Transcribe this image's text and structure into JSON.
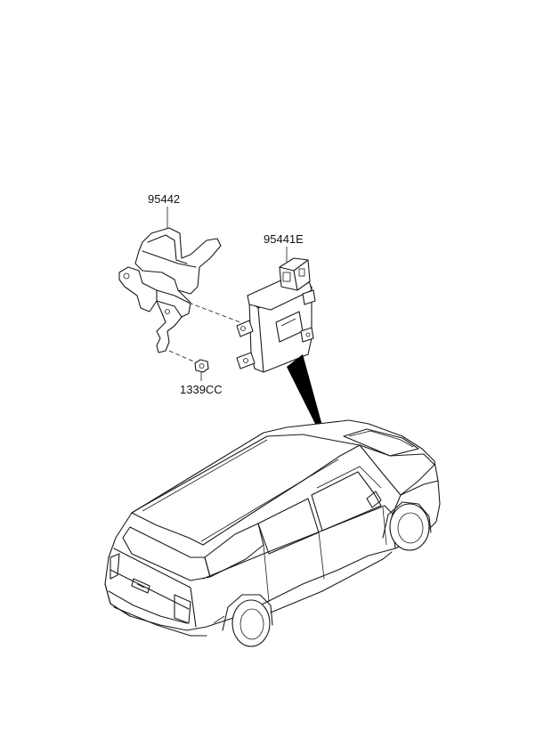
{
  "callouts": {
    "bracket": "95442",
    "control_unit": "95441E",
    "nut": "1339CC"
  },
  "colors": {
    "line": "#1a1a1a",
    "background": "#ffffff",
    "pointer": "#000000"
  }
}
